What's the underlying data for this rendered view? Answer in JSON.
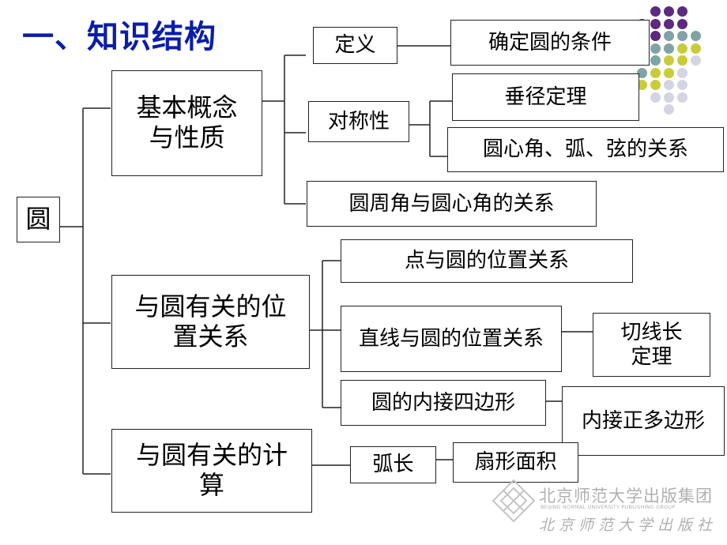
{
  "title": "一、知识结构",
  "nodes": {
    "root": "圆",
    "basic": "基本概念与性质",
    "definition": "定义",
    "determine": "确定圆的条件",
    "symmetry": "对称性",
    "perpendicular": "垂径定理",
    "arc_chord": "圆心角、弧、弦的关系",
    "inscribed_angle": "圆周角与圆心角的关系",
    "position": "与圆有关的位置关系",
    "point_circle": "点与圆的位置关系",
    "line_circle": "直线与圆的位置关系",
    "tangent_length": "切线长定理",
    "inscribed_quad": "圆的内接四边形",
    "inscribed_polygon": "内接正多边形",
    "calculation": "与圆有关的计算",
    "arc_length": "弧长",
    "sector_area": "扇形面积"
  },
  "publisher": {
    "name_cn": "北京师范大学出版集团",
    "name_en": "BEIJING NORMAL UNIVERSITY PUBLISHING GROUP",
    "name_cn_script": "北京师范大学出版社"
  },
  "colors": {
    "title": "#0b1ea8",
    "dot_purple": "#5c2a7e",
    "dot_teal": "#7fa3a6",
    "dot_yellow": "#c9cc3a",
    "dot_light": "#d4d4e2"
  }
}
